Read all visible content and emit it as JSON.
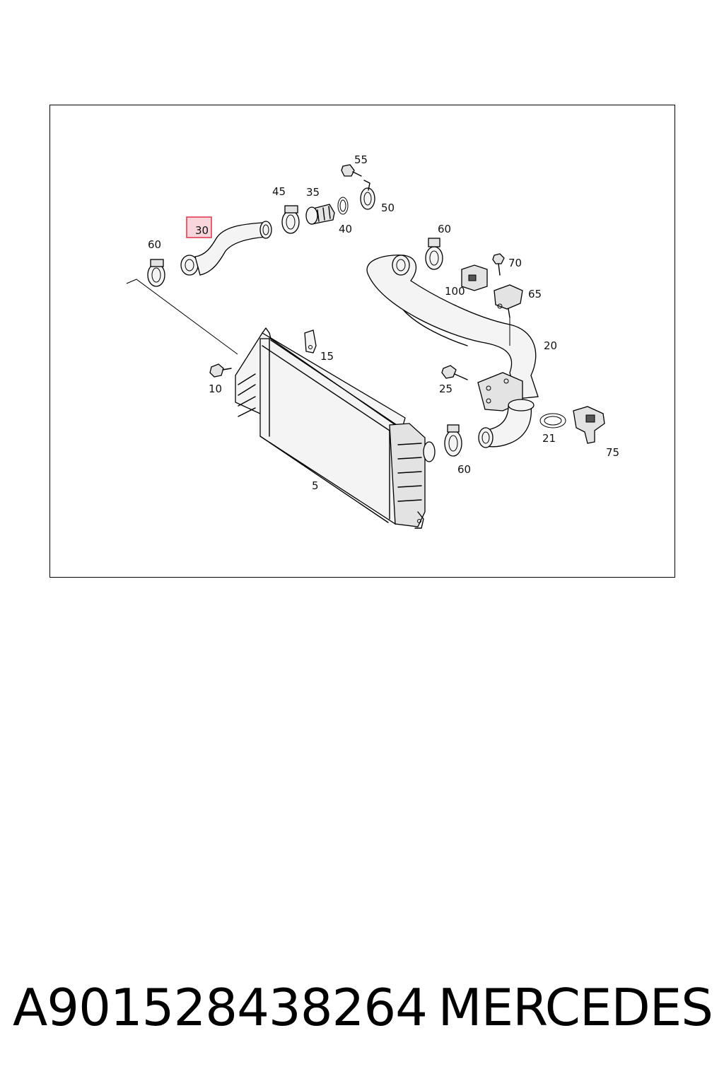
{
  "diagram": {
    "callouts": {
      "c5": "5",
      "c10": "10",
      "c15": "15",
      "c20": "20",
      "c21": "21",
      "c25": "25",
      "c30": "30",
      "c35": "35",
      "c40": "40",
      "c45": "45",
      "c50": "50",
      "c55": "55",
      "c60a": "60",
      "c60b": "60",
      "c60c": "60",
      "c65": "65",
      "c70": "70",
      "c75": "75",
      "c100": "100"
    },
    "highlighted_part": "30",
    "highlight_color": "#e0304a"
  },
  "caption": {
    "part_number": "A901528438264",
    "brand": "MERCEDES"
  }
}
